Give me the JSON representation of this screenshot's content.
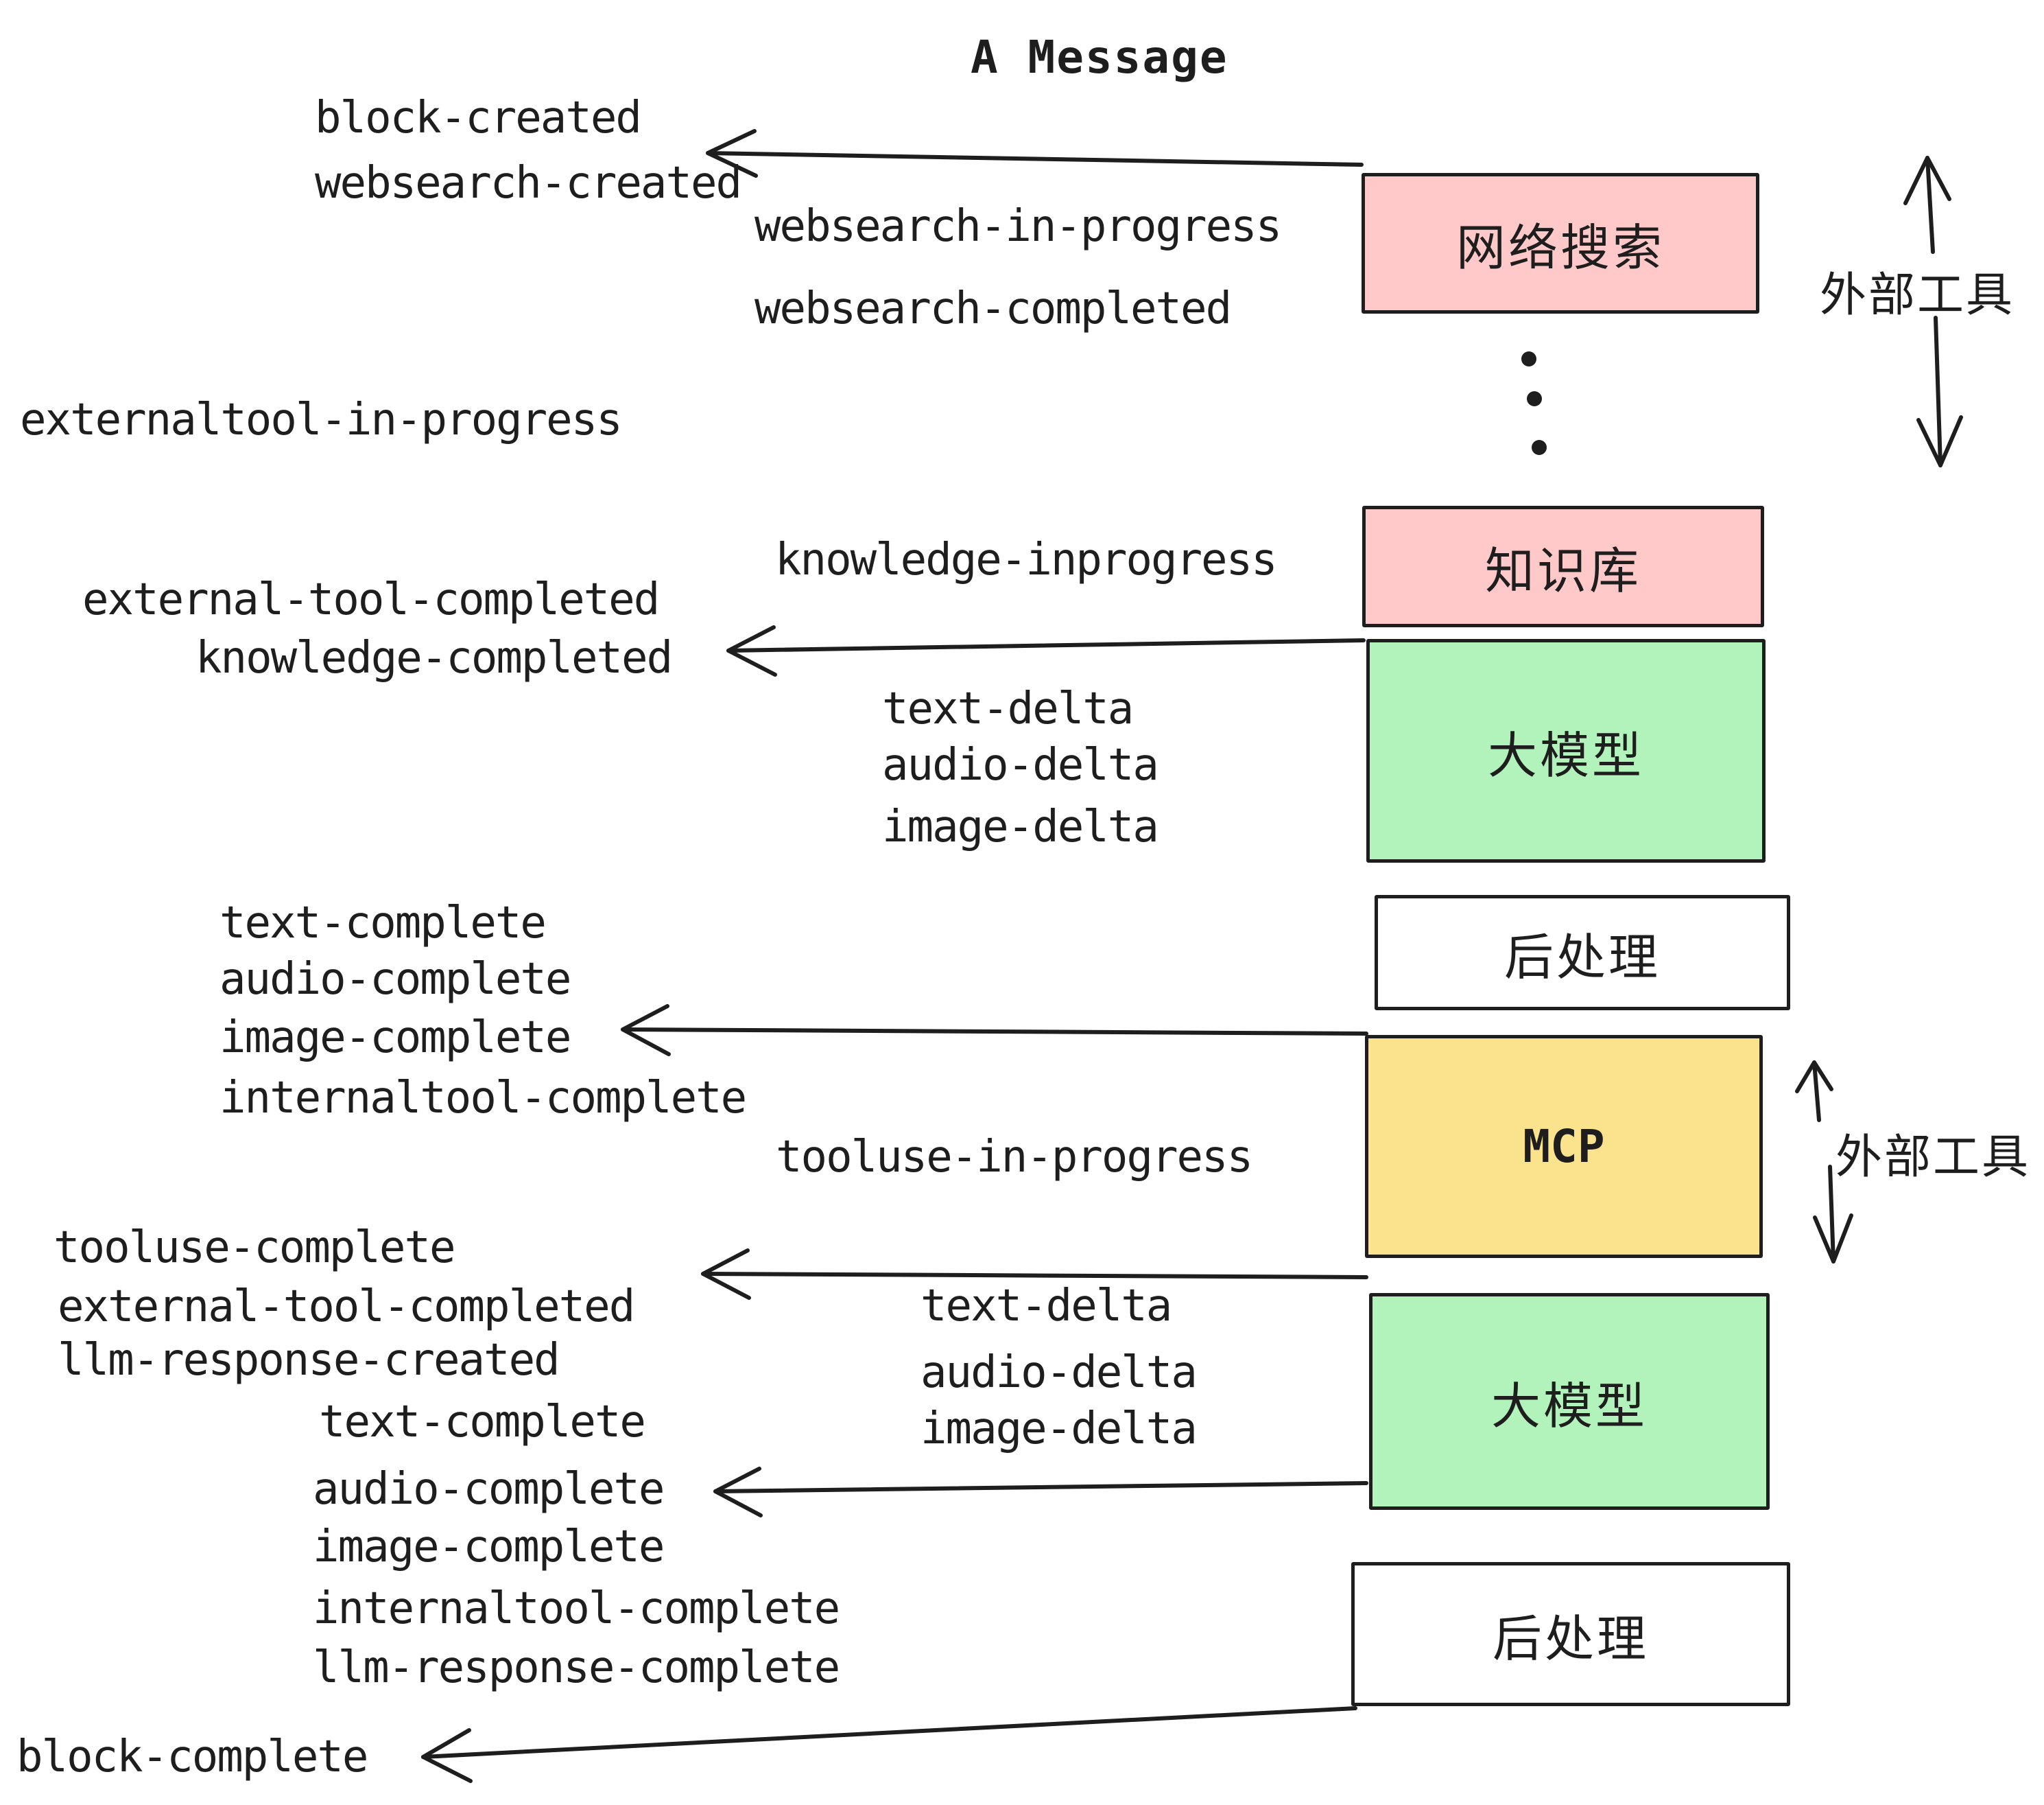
{
  "title": "A Message",
  "colors": {
    "pink": "#ffc9c9",
    "green": "#b2f2bb",
    "yellow": "#fbe38e",
    "white": "#ffffff",
    "stroke": "#1e1e1e"
  },
  "boxes": [
    {
      "id": "websearch",
      "label": "网络搜索",
      "color": "pink"
    },
    {
      "id": "knowledge",
      "label": "知识库",
      "color": "pink"
    },
    {
      "id": "llm-1",
      "label": "大模型",
      "color": "green"
    },
    {
      "id": "postprocess-1",
      "label": "后处理",
      "color": "white"
    },
    {
      "id": "mcp",
      "label": "MCP",
      "color": "yellow"
    },
    {
      "id": "llm-2",
      "label": "大模型",
      "color": "green"
    },
    {
      "id": "postprocess-2",
      "label": "后处理",
      "color": "white"
    }
  ],
  "side_labels": [
    {
      "text": "外部工具"
    },
    {
      "text": "外部工具"
    }
  ],
  "events": [
    {
      "text": "block-created"
    },
    {
      "text": "websearch-created"
    },
    {
      "text": "websearch-in-progress"
    },
    {
      "text": "websearch-completed"
    },
    {
      "text": "externaltool-in-progress"
    },
    {
      "text": "knowledge-inprogress"
    },
    {
      "text": "external-tool-completed"
    },
    {
      "text": "knowledge-completed"
    },
    {
      "text": "text-delta"
    },
    {
      "text": "audio-delta"
    },
    {
      "text": "image-delta"
    },
    {
      "text": "text-complete"
    },
    {
      "text": "audio-complete"
    },
    {
      "text": "image-complete"
    },
    {
      "text": "internaltool-complete"
    },
    {
      "text": "tooluse-in-progress"
    },
    {
      "text": "tooluse-complete"
    },
    {
      "text": "external-tool-completed"
    },
    {
      "text": "llm-response-created"
    },
    {
      "text": "text-complete"
    },
    {
      "text": "audio-complete"
    },
    {
      "text": "image-complete"
    },
    {
      "text": "internaltool-complete"
    },
    {
      "text": "llm-response-complete"
    },
    {
      "text": "block-complete"
    }
  ]
}
